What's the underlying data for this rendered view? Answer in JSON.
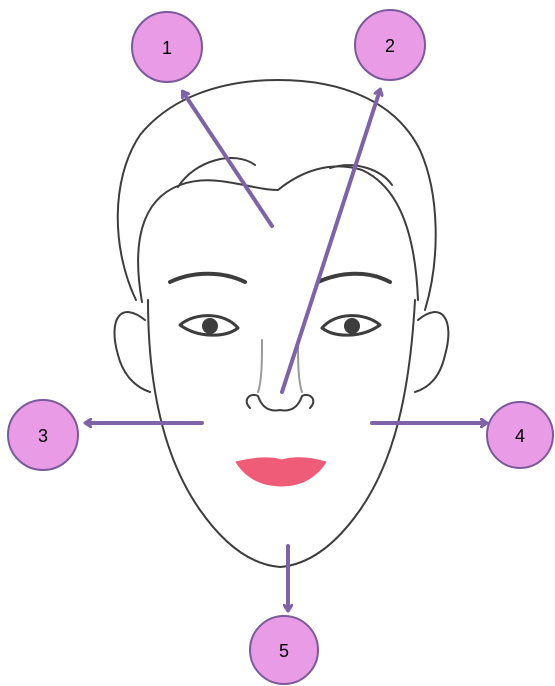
{
  "colors": {
    "marker_fill": "#e99be6",
    "marker_stroke": "#7b5a9c",
    "arrow": "#7e63a6",
    "outline": "#3d3d3d",
    "lips": "#ee5c78"
  },
  "markers": [
    {
      "id": 1,
      "label": "1"
    },
    {
      "id": 2,
      "label": "2"
    },
    {
      "id": 3,
      "label": "3"
    },
    {
      "id": 4,
      "label": "4"
    },
    {
      "id": 5,
      "label": "5"
    }
  ]
}
